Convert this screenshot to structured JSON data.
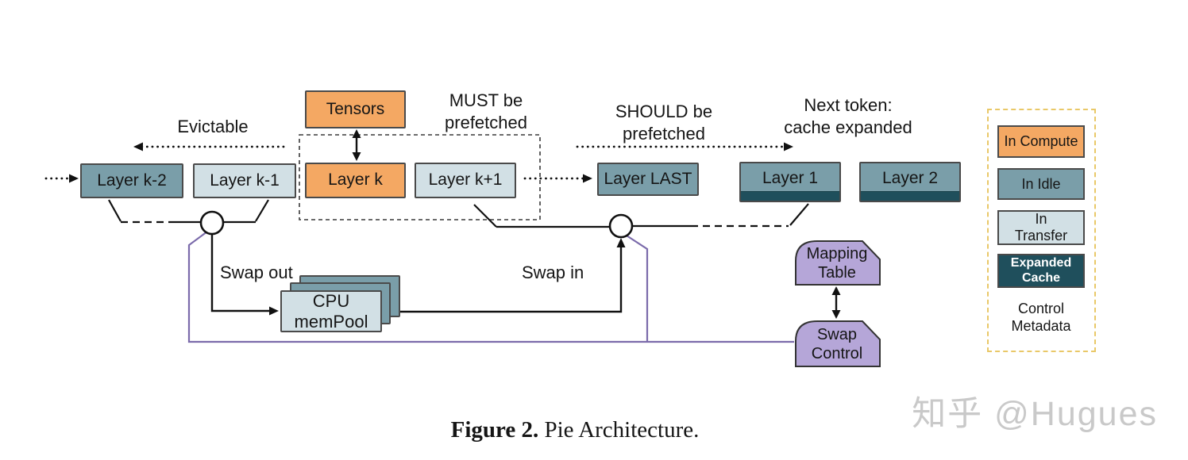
{
  "figure": {
    "caption": {
      "prefix": "Figure 2.",
      "text": " Pie Architecture."
    },
    "watermark": "知乎 @Hugues"
  },
  "diagram": {
    "annotations": {
      "evictable": "Evictable",
      "must_prefetch": "MUST be\nprefetched",
      "should_prefetch": "SHOULD be\nprefetched",
      "next_token": "Next token:\ncache expanded",
      "swap_out": "Swap out",
      "swap_in": "Swap in"
    },
    "nodes": {
      "tensors": "Tensors",
      "layer_k_minus_2": "Layer k-2",
      "layer_k_minus_1": "Layer k-1",
      "layer_k": "Layer k",
      "layer_k_plus_1": "Layer k+1",
      "layer_last": "Layer LAST",
      "layer_1": "Layer 1",
      "layer_2": "Layer 2",
      "cpu_mempool": "CPU\nmemPool",
      "mapping_table": "Mapping\nTable",
      "swap_control": "Swap\nControl"
    },
    "legend": {
      "items": [
        {
          "label": "In Compute",
          "type": "in-compute",
          "color": "#F4A863"
        },
        {
          "label": "In Idle",
          "type": "in-idle",
          "color": "#7A9EA9"
        },
        {
          "label": "In\nTransfer",
          "type": "in-transfer",
          "color": "#D2E0E5"
        },
        {
          "label": "Expanded\nCache",
          "type": "expanded-cache",
          "color": "#1F4F5C"
        },
        {
          "label": "Control\nMetadata",
          "type": "control-metadata",
          "color": "#B5A6D8"
        }
      ],
      "border_color": "#E9C868"
    },
    "colors": {
      "compute_orange": "#F4A863",
      "idle_teal": "#7A9EA9",
      "transfer_light": "#D2E0E5",
      "expanded_dark": "#1F4F5C",
      "metadata_purple": "#B5A6D8",
      "control_wire_purple": "#7B6BAB",
      "line_black": "#111111"
    }
  }
}
